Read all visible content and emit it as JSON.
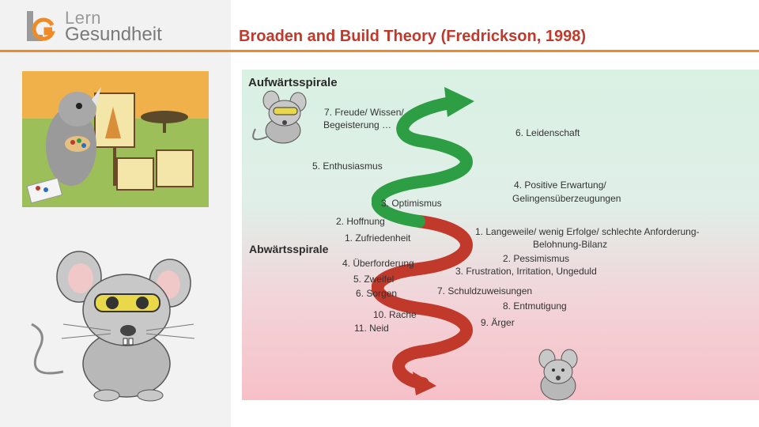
{
  "logo": {
    "line1": "Lern",
    "line2": "Gesundheit"
  },
  "title": "Broaden and Build Theory (Fredrickson, 1998)",
  "colors": {
    "accent": "#f08a24",
    "title": "#c0392b",
    "upward_arrow": "#2e9e44",
    "downward_arrow": "#c0392b"
  },
  "upward": {
    "heading": "Aufwärtsspirale",
    "items": [
      "7. Freude/ Wissen/",
      "Begeisterung …",
      "6. Leidenschaft",
      "5. Enthusiasmus",
      "4. Positive Erwartung/",
      "Gelingensüberzeugungen",
      "3. Optimismus",
      "2. Hoffnung",
      "1. Zufriedenheit"
    ]
  },
  "downward": {
    "heading": "Abwärtsspirale",
    "left_items": [
      "4. Überforderung",
      "5. Zweifel",
      "6. Sorgen",
      "10. Rache",
      "11. Neid"
    ],
    "right_items": [
      "1. Langeweile/ wenig Erfolge/ schlechte Anforderung-",
      "Belohnung-Bilanz",
      "2. Pessimismus",
      "3. Frustration, Irritation, Ungeduld",
      "7. Schuldzuweisungen",
      "8. Entmutigung",
      "9. Ärger"
    ]
  }
}
